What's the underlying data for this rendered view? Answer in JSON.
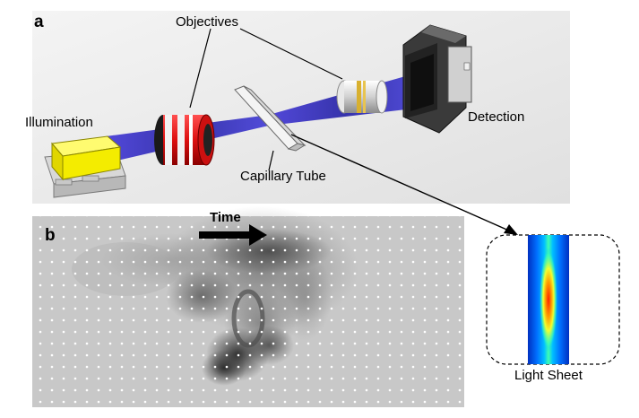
{
  "panel_a": {
    "letter": "a",
    "labels": {
      "objectives": "Objectives",
      "illumination": "Illumination",
      "detection": "Detection",
      "capillary_tube": "Capillary Tube"
    }
  },
  "panel_b": {
    "letter": "b",
    "time_label": "Time"
  },
  "inset": {
    "label": "Light Sheet"
  },
  "colors": {
    "beam": "#3a3ac8",
    "illumination_box": "#f2ea00",
    "red_band": "#e01010",
    "lens_gold": "#d8b030",
    "background_panel_a": "#ececec",
    "background_panel_b": "#c4c4c4"
  }
}
